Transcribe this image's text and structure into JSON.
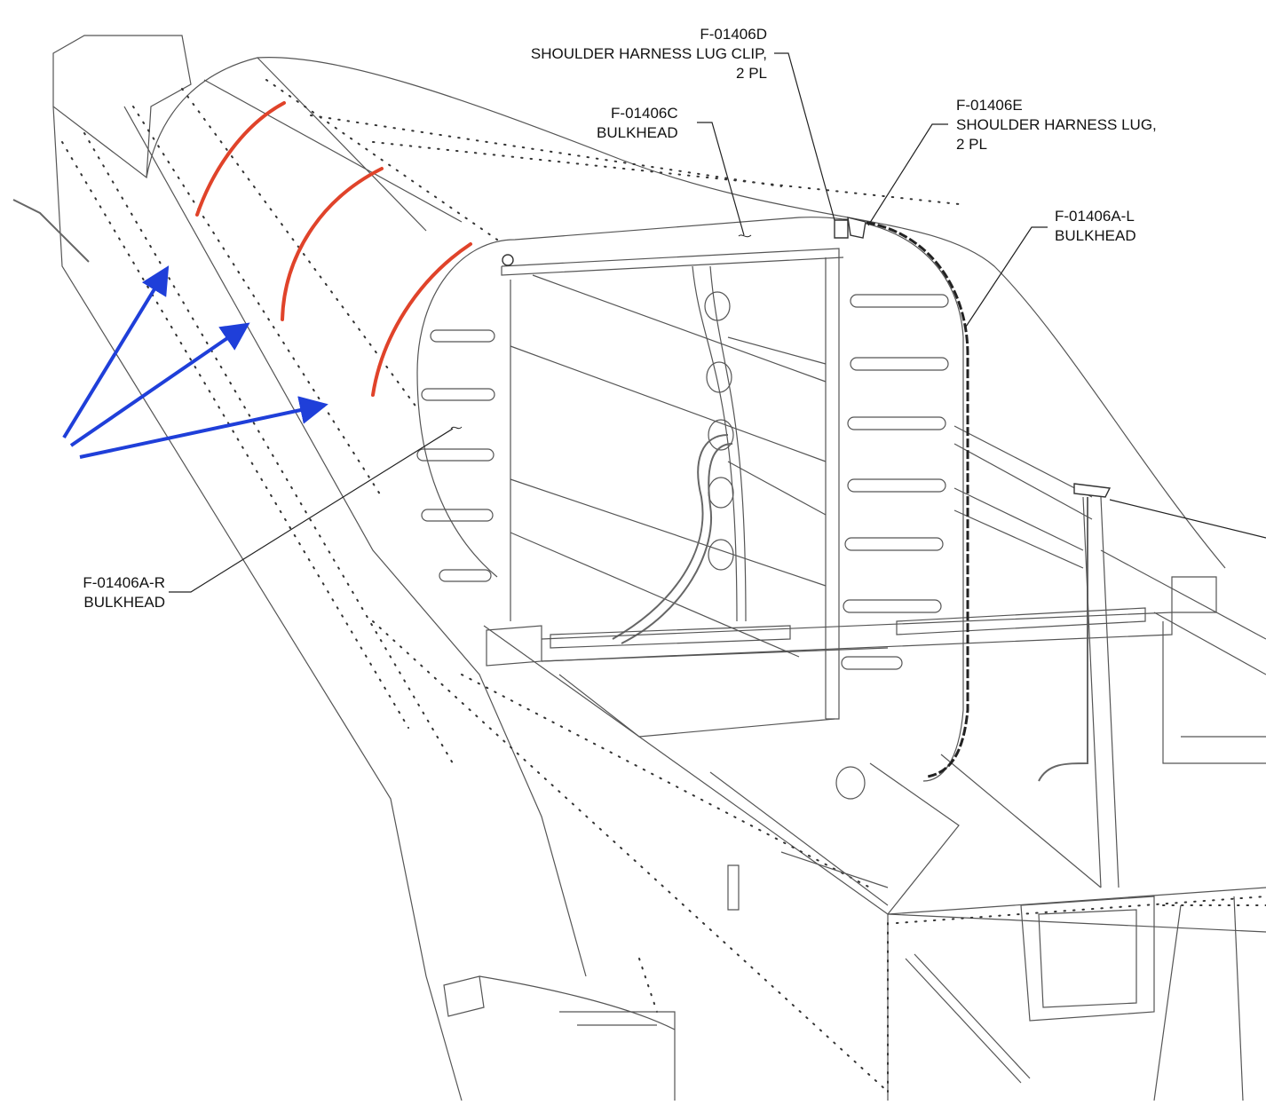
{
  "callouts": {
    "lug_clip": {
      "part": "F-01406D",
      "line1": "SHOULDER HARNESS LUG CLIP,",
      "line2": "2 PL"
    },
    "bulkhead_c": {
      "part": "F-01406C",
      "line1": "BULKHEAD"
    },
    "lug": {
      "part": "F-01406E",
      "line1": "SHOULDER HARNESS LUG,",
      "line2": "2 PL"
    },
    "bulkhead_al": {
      "part": "F-01406A-L",
      "line1": "BULKHEAD"
    },
    "bulkhead_ar": {
      "part": "F-01406A-R",
      "line1": "BULKHEAD"
    }
  },
  "colors": {
    "line": "#555555",
    "light_line": "#9a9a9a",
    "rivet": "#333333",
    "highlight_arc": "#e0432a",
    "arrow": "#1f3fd9",
    "leader": "#222222"
  },
  "annotations": {
    "highlight_arc_count": 3,
    "arrow_count": 3
  }
}
